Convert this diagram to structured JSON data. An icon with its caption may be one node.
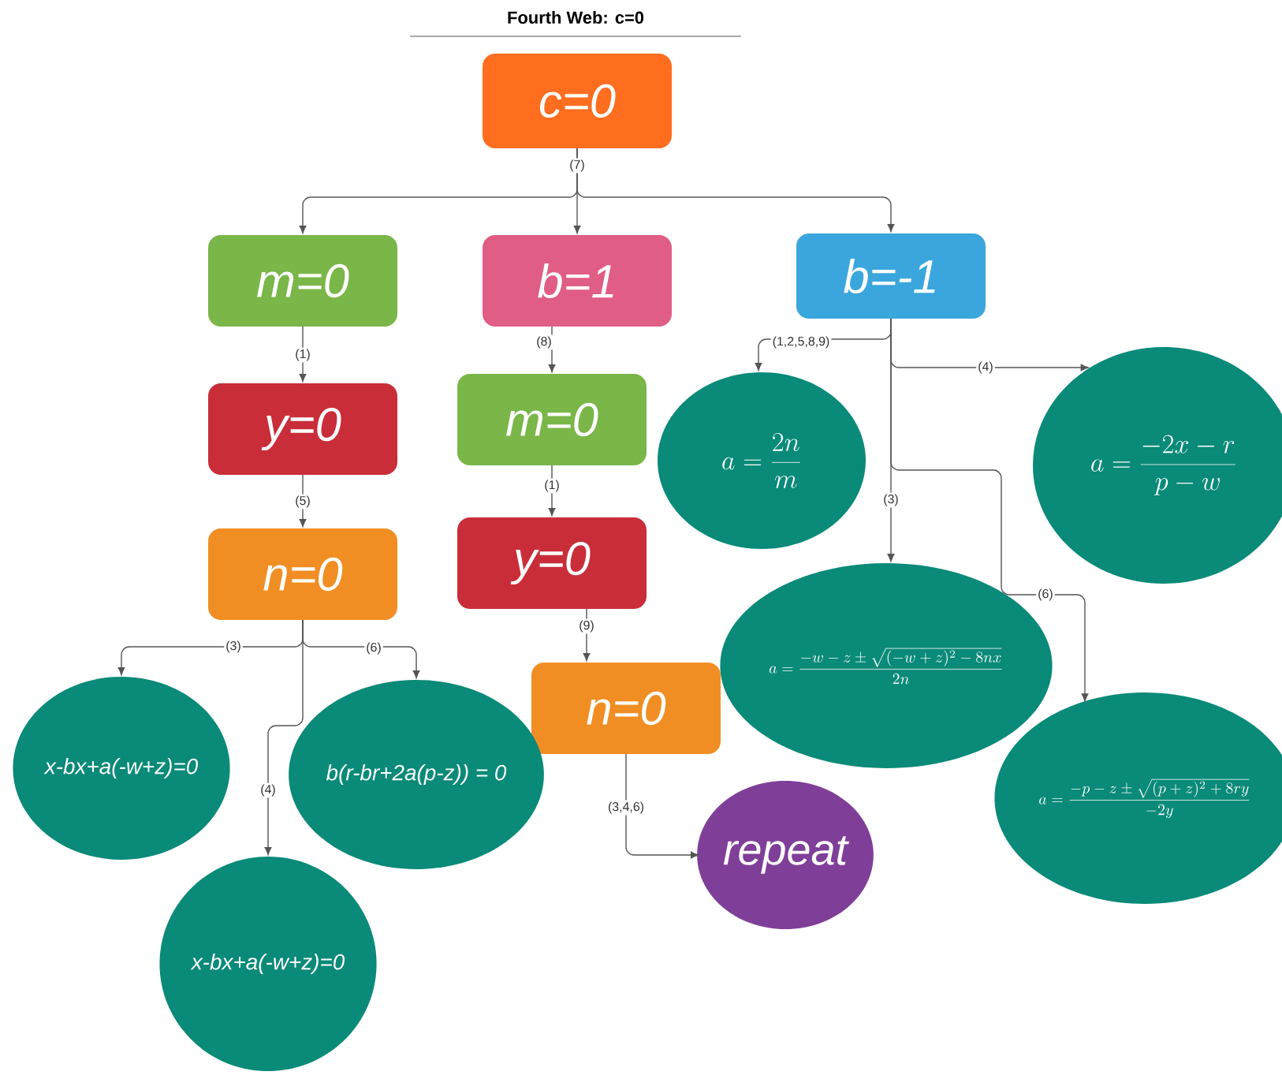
{
  "diagram": {
    "title": "Fourth Web: c=0",
    "nodes": [
      {
        "text": [
          "c=0"
        ]
      },
      {
        "text": [
          "m=0"
        ]
      },
      {
        "text": [
          "b=1"
        ]
      },
      {
        "text": [
          "b=-1"
        ]
      },
      {
        "text": [
          "y=0"
        ]
      },
      {
        "text": [
          "m=0"
        ]
      },
      {
        "text": [
          "n=0"
        ]
      },
      {
        "text": [
          "y=0"
        ]
      },
      {
        "text": [
          "n=0"
        ]
      },
      {
        "text": [
          "x-bx+a(-w+z)=0"
        ]
      },
      {
        "text": [
          "b(r-br+2a(p-z)) = 0"
        ]
      },
      {
        "text": [
          "x-bx+a(-w+z)=0"
        ]
      },
      {
        "text": [
          "repeat"
        ]
      },
      {
        "text": [
          "a=\\frac{2n}{m}"
        ]
      },
      {
        "text": [
          "a=\\frac{-2x-r}{p-w}"
        ]
      },
      {
        "text": [
          "a=\\frac{-w-z\\pm\\sqrt{(-w+z)^2-8nx}}{2n}"
        ]
      },
      {
        "text": [
          "a=\\frac{-p-z\\pm\\sqrt{(p+z)^2+8ry}}{-2y}"
        ]
      }
    ],
    "edges": [
      {
        "from": 0,
        "to": 1,
        "arrow": "to"
      },
      {
        "from": 0,
        "to": 2,
        "arrow": "to",
        "label": "(7)"
      },
      {
        "from": 0,
        "to": 3,
        "arrow": "to"
      },
      {
        "from": 1,
        "to": 4,
        "arrow": "to",
        "label": "(1)"
      },
      {
        "from": 4,
        "to": 6,
        "arrow": "to",
        "label": "(5)"
      },
      {
        "from": 2,
        "to": 5,
        "arrow": "to",
        "label": "(8)"
      },
      {
        "from": 5,
        "to": 7,
        "arrow": "to",
        "label": "(1)"
      },
      {
        "from": 7,
        "to": 8,
        "arrow": "to",
        "label": "(9)"
      },
      {
        "from": 8,
        "to": 12,
        "arrow": "to",
        "label": "(3,4,6)"
      },
      {
        "from": 6,
        "to": 9,
        "arrow": "to",
        "label": "(3)"
      },
      {
        "from": 6,
        "to": 11,
        "arrow": "to",
        "label": "(4)"
      },
      {
        "from": 6,
        "to": 10,
        "arrow": "to",
        "label": "(6)"
      },
      {
        "from": 3,
        "to": 13,
        "arrow": "to",
        "label": "(1,2,5,8,9)"
      },
      {
        "from": 3,
        "to": 14,
        "arrow": "to",
        "label": "(4)"
      },
      {
        "from": 3,
        "to": 15,
        "arrow": "to",
        "label": "(3)"
      },
      {
        "from": 3,
        "to": 16,
        "arrow": "to",
        "label": "(6)"
      }
    ]
  }
}
